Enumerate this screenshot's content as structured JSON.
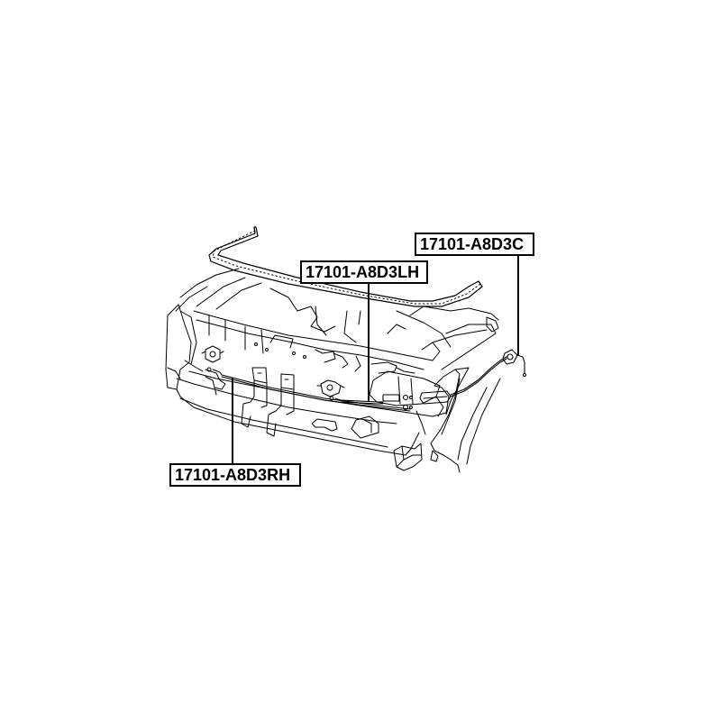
{
  "diagram": {
    "type": "parts-exploded-line-drawing",
    "subject": "front end hood release cable assembly",
    "background": "#ffffff",
    "line_color": "#000000",
    "labels": [
      {
        "id": "c",
        "text": "17101-A8D3C",
        "points_to": "cable release handle"
      },
      {
        "id": "lh",
        "text": "17101-A8D3LH",
        "points_to": "left hood latch cable"
      },
      {
        "id": "rh",
        "text": "17101-A8D3RH",
        "points_to": "right hood latch cable"
      }
    ]
  }
}
